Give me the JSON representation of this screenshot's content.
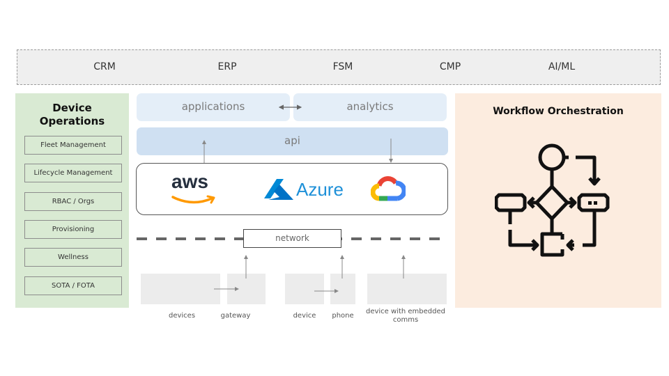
{
  "top_bar": {
    "items": [
      "CRM",
      "ERP",
      "FSM",
      "CMP",
      "AI/ML"
    ]
  },
  "device_operations": {
    "title": "Device Operations",
    "items": [
      "Fleet Management",
      "Lifecycle Management",
      "RBAC / Orgs",
      "Provisioning",
      "Wellness",
      "SOTA / FOTA"
    ]
  },
  "stack": {
    "applications": "applications",
    "analytics": "analytics",
    "api": "api",
    "clouds": {
      "aws": "aws",
      "azure": "Azure",
      "gcp_icon": "google-cloud-icon"
    },
    "network": "network"
  },
  "devices": {
    "labels": [
      "devices",
      "gateway",
      "device",
      "phone",
      "device with embedded comms"
    ]
  },
  "workflow": {
    "title": "Workflow Orchestration",
    "icon": "workflow-flowchart-icon"
  },
  "colors": {
    "device_ops_bg": "#d9ead3",
    "workflow_bg": "#fcecdf",
    "apps_bg": "#e4eef8",
    "api_bg": "#cfe0f2",
    "top_bar_bg": "#efefef",
    "aws_orange": "#ff9900",
    "azure_blue": "#0089d6",
    "gcp_red": "#ea4335",
    "gcp_blue": "#4285f4",
    "gcp_yellow": "#fbbc05",
    "gcp_green": "#34a853"
  }
}
